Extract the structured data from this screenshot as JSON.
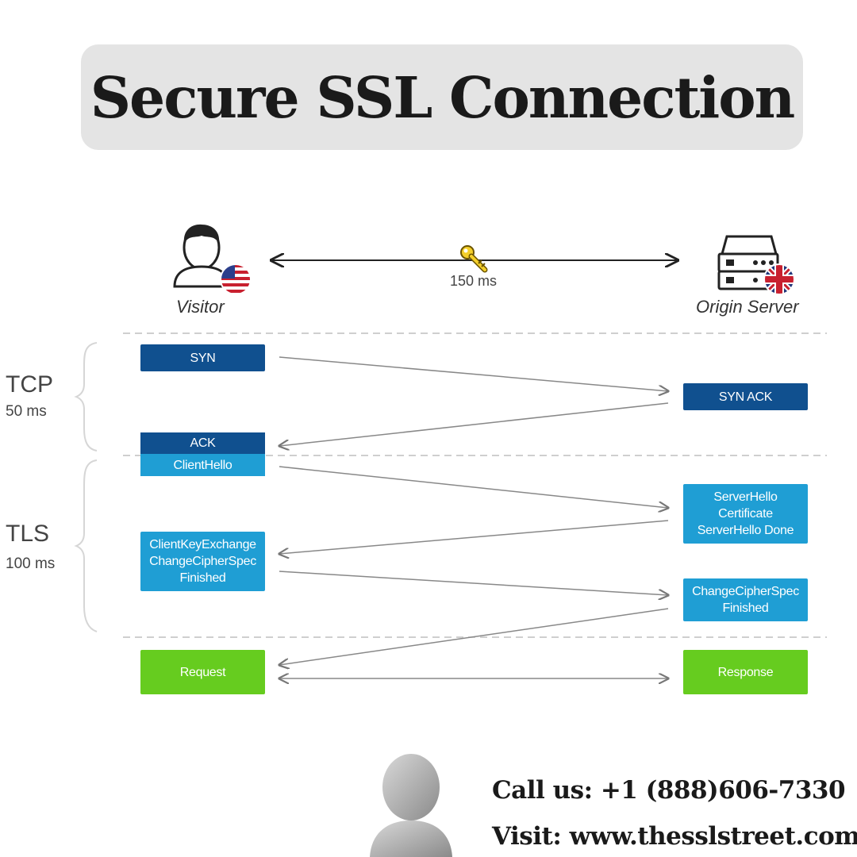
{
  "title": "Secure SSL Connection",
  "actors": {
    "visitor": "Visitor",
    "server": "Origin Server",
    "latency": "150 ms"
  },
  "phases": {
    "tcp": {
      "name": "TCP",
      "time": "50 ms"
    },
    "tls": {
      "name": "TLS",
      "time": "100 ms"
    }
  },
  "messages": {
    "syn": "SYN",
    "syn_ack": "SYN ACK",
    "ack": "ACK",
    "client_hello": "ClientHello",
    "server_hello": [
      "ServerHello",
      "Certificate",
      "ServerHello Done"
    ],
    "client_key": [
      "ClientKeyExchange",
      "ChangeCipherSpec",
      "Finished"
    ],
    "server_change": [
      "ChangeCipherSpec",
      "Finished"
    ],
    "request": "Request",
    "response": "Response"
  },
  "contact": {
    "call": "Call us: +1 (888)606-7330",
    "visit": "Visit: www.thesslstreet.com"
  },
  "colors": {
    "dark_blue": "#10508f",
    "light_blue": "#1f9ed4",
    "green": "#66cc1f",
    "title_bg": "#e4e4e4"
  }
}
